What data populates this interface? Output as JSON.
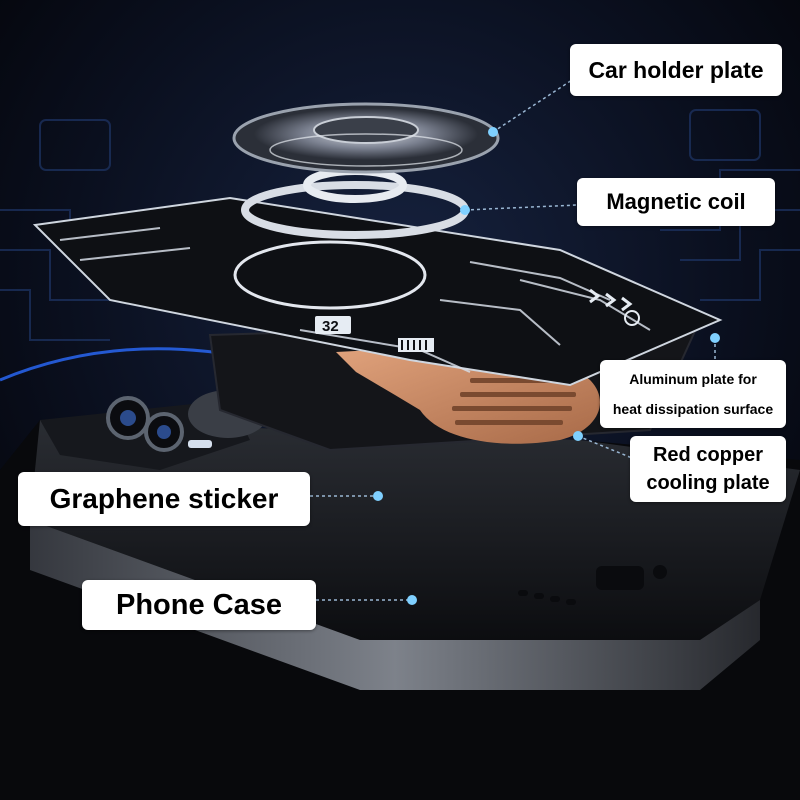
{
  "labels": {
    "car_holder_plate": "Car holder plate",
    "magnetic_coil": "Magnetic coil",
    "aluminum_plate_line1": "Aluminum plate for",
    "aluminum_plate_line2": "heat dissipation surface",
    "red_copper_line1": "Red copper",
    "red_copper_line2": "cooling plate",
    "graphene_sticker": "Graphene sticker",
    "phone_case": "Phone Case"
  },
  "plate_print": {
    "number": "32"
  },
  "colors": {
    "background": "#05070d",
    "accent_blue": "#2a6cff",
    "copper": "#c98a63",
    "leader_dot": "#7fd0ff",
    "label_bg": "#ffffff"
  }
}
